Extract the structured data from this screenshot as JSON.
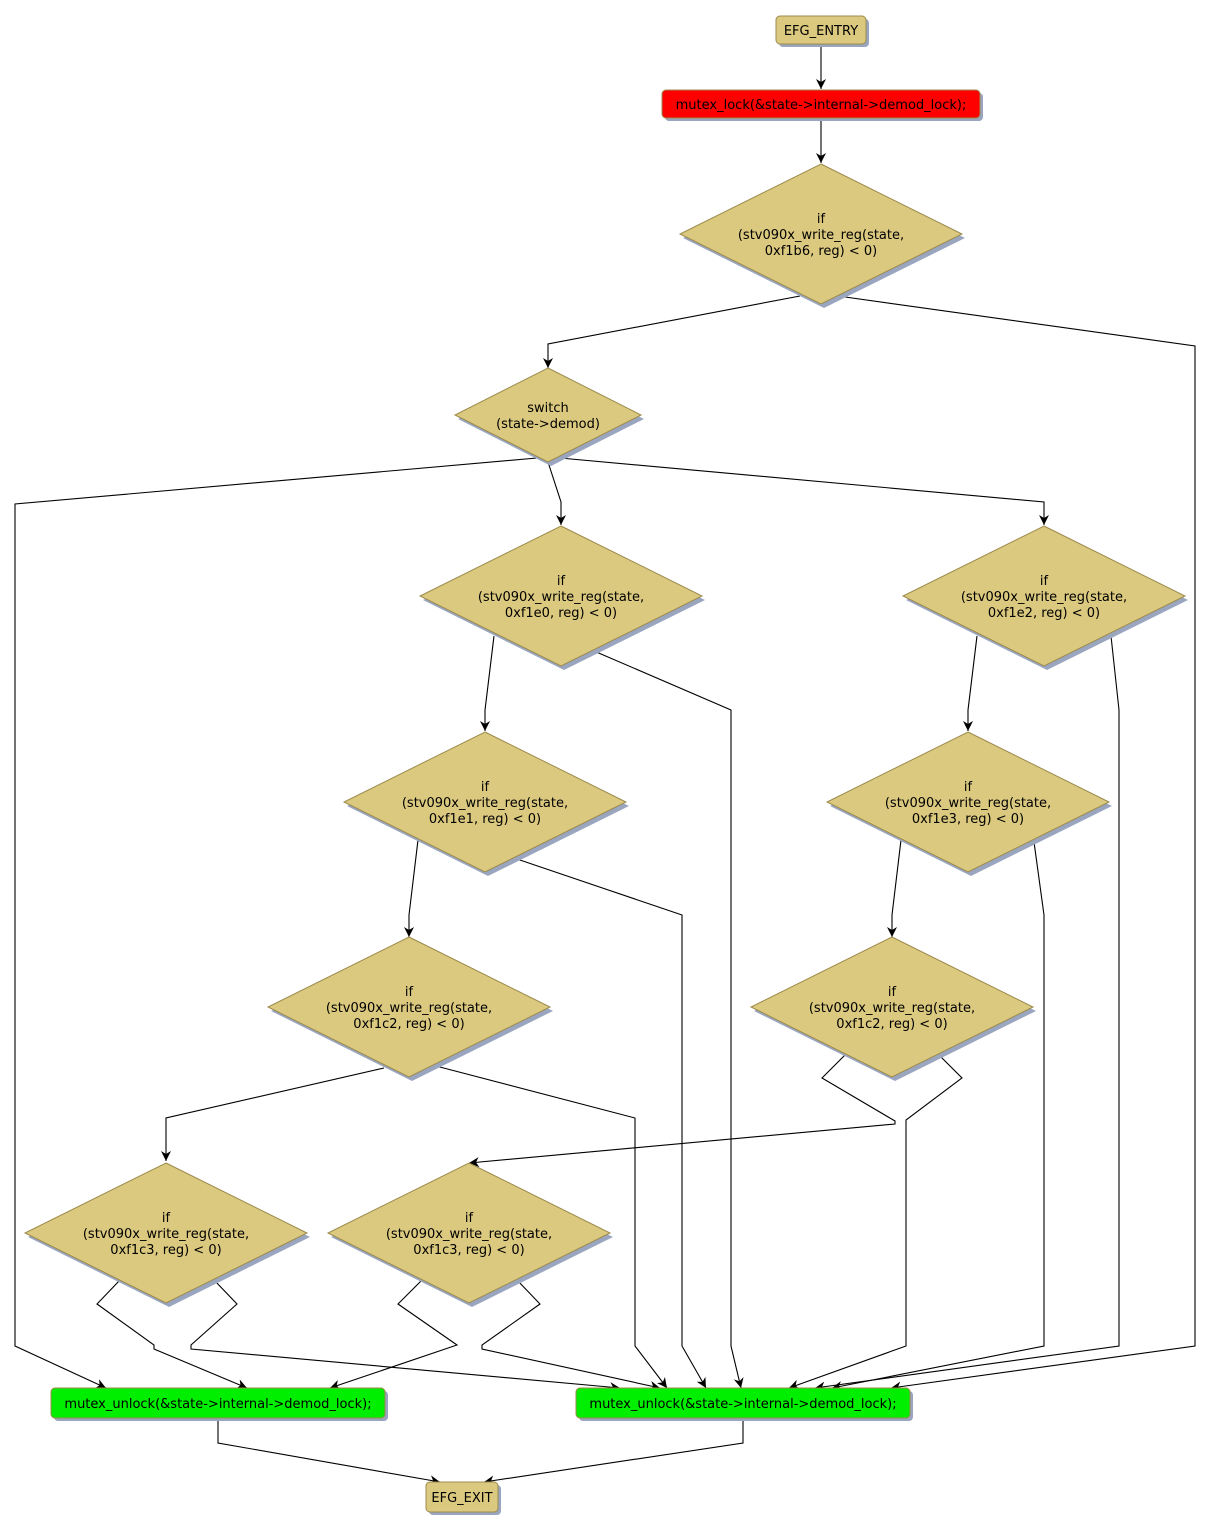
{
  "colors": {
    "node_fill": "#dbc97f",
    "node_border": "#9c8a4c",
    "shadow": "#9aa6c0",
    "lock_fill": "#ff0000",
    "unlock_fill": "#00ee00",
    "edge": "#000000"
  },
  "nodes": {
    "entry": {
      "lines": [
        "EFG_ENTRY"
      ]
    },
    "lock": {
      "lines": [
        "mutex_lock(&state->internal->demod_lock);"
      ]
    },
    "if_f1b6": {
      "lines": [
        "if",
        "(stv090x_write_reg(state,",
        "0xf1b6, reg) < 0)"
      ]
    },
    "switch": {
      "lines": [
        "switch",
        "(state->demod)"
      ]
    },
    "if_f1e0": {
      "lines": [
        "if",
        "(stv090x_write_reg(state,",
        "0xf1e0, reg) < 0)"
      ]
    },
    "if_f1e2": {
      "lines": [
        "if",
        "(stv090x_write_reg(state,",
        "0xf1e2, reg) < 0)"
      ]
    },
    "if_f1e1": {
      "lines": [
        "if",
        "(stv090x_write_reg(state,",
        "0xf1e1, reg) < 0)"
      ]
    },
    "if_f1e3": {
      "lines": [
        "if",
        "(stv090x_write_reg(state,",
        "0xf1e3, reg) < 0)"
      ]
    },
    "if_f1c2_a": {
      "lines": [
        "if",
        "(stv090x_write_reg(state,",
        "0xf1c2, reg) < 0)"
      ]
    },
    "if_f1c2_b": {
      "lines": [
        "if",
        "(stv090x_write_reg(state,",
        "0xf1c2, reg) < 0)"
      ]
    },
    "if_f1c3_a": {
      "lines": [
        "if",
        "(stv090x_write_reg(state,",
        "0xf1c3, reg) < 0)"
      ]
    },
    "if_f1c3_b": {
      "lines": [
        "if",
        "(stv090x_write_reg(state,",
        "0xf1c3, reg) < 0)"
      ]
    },
    "unlock_a": {
      "lines": [
        "mutex_unlock(&state->internal->demod_lock);"
      ]
    },
    "unlock_b": {
      "lines": [
        "mutex_unlock(&state->internal->demod_lock);"
      ]
    },
    "exit": {
      "lines": [
        "EFG_EXIT"
      ]
    }
  },
  "edges": [
    [
      "entry",
      "lock"
    ],
    [
      "lock",
      "if_f1b6"
    ],
    [
      "if_f1b6",
      "switch"
    ],
    [
      "if_f1b6",
      "unlock_b"
    ],
    [
      "switch",
      "unlock_a"
    ],
    [
      "switch",
      "if_f1e0"
    ],
    [
      "switch",
      "if_f1e2"
    ],
    [
      "if_f1e0",
      "if_f1e1"
    ],
    [
      "if_f1e0",
      "unlock_b"
    ],
    [
      "if_f1e2",
      "if_f1e3"
    ],
    [
      "if_f1e2",
      "unlock_b"
    ],
    [
      "if_f1e1",
      "if_f1c2_a"
    ],
    [
      "if_f1e1",
      "unlock_b"
    ],
    [
      "if_f1e3",
      "if_f1c2_b"
    ],
    [
      "if_f1e3",
      "unlock_b"
    ],
    [
      "if_f1c2_a",
      "if_f1c3_a"
    ],
    [
      "if_f1c2_a",
      "unlock_b"
    ],
    [
      "if_f1c2_b",
      "if_f1c3_b"
    ],
    [
      "if_f1c2_b",
      "unlock_b"
    ],
    [
      "if_f1c3_a",
      "unlock_a"
    ],
    [
      "if_f1c3_a",
      "unlock_b"
    ],
    [
      "if_f1c3_b",
      "unlock_a"
    ],
    [
      "if_f1c3_b",
      "unlock_b"
    ],
    [
      "unlock_a",
      "exit"
    ],
    [
      "unlock_b",
      "exit"
    ]
  ]
}
